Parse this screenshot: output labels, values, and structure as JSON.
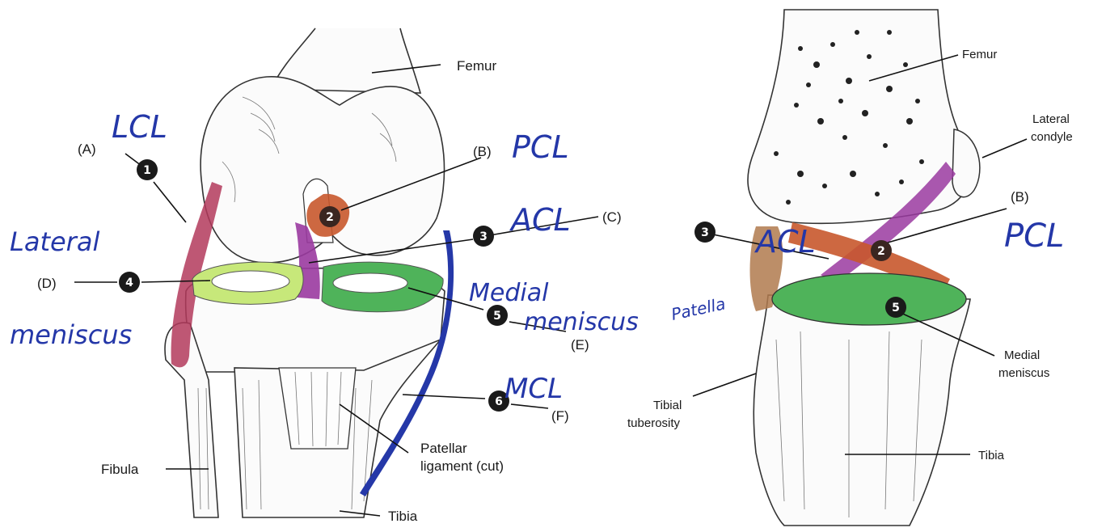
{
  "left": {
    "labels": {
      "femur": "Femur",
      "fibula": "Fibula",
      "tibia": "Tibia",
      "patellar": "Patellar",
      "patellar2": "ligament (cut)",
      "A": "(A)",
      "B": "(B)",
      "C": "(C)",
      "D": "(D)",
      "E": "(E)",
      "F": "(F)"
    },
    "handwritten": {
      "lcl": "LCL",
      "pcl": "PCL",
      "acl": "ACL",
      "lateral": "Lateral",
      "meniscus": "meniscus",
      "medial": "Medial",
      "meniscus2": "meniscus",
      "patella": "Patella",
      "mcl": "MCL"
    },
    "numbers": [
      "1",
      "2",
      "3",
      "4",
      "5",
      "6"
    ]
  },
  "right": {
    "labels": {
      "femur": "Femur",
      "lateral": "Lateral",
      "condyle": "condyle",
      "B": "(B)",
      "medial": "Medial",
      "meniscus": "meniscus",
      "tibial": "Tibial",
      "tuberosity": "tuberosity",
      "tibia": "Tibia"
    },
    "handwritten": {
      "acl": "ACL",
      "pcl": "PCL"
    },
    "numbers": [
      "3",
      "2",
      "5"
    ]
  },
  "colors": {
    "lcl": "#b33a5c",
    "pcl": "#c8582c",
    "acl": "#9a3aa0",
    "lateral_meniscus": "#c7e87a",
    "medial_meniscus": "#4fb35a",
    "mcl": "#2538a8",
    "patella": "#b07a4e",
    "ink": "#2437a8"
  }
}
